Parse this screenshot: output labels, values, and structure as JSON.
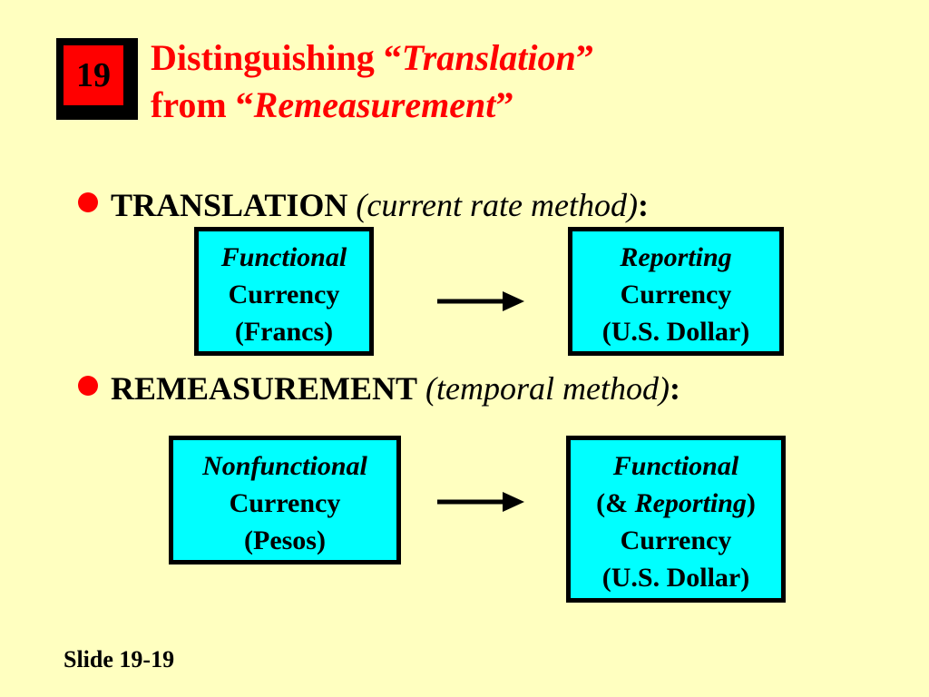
{
  "slide": {
    "number_badge": "19",
    "title": {
      "line1_prefix": "Distinguishing “",
      "line1_italic": "Translation",
      "line1_suffix": "”",
      "line2_prefix": "from “",
      "line2_italic": "Remeasurement",
      "line2_suffix": "”"
    },
    "bullets": [
      {
        "term": "TRANSLATION",
        "method": "(current rate method)",
        "colon": ":",
        "from_box": {
          "line1": "Functional",
          "line2": "Currency",
          "line3": "(Francs)"
        },
        "to_box": {
          "line1": "Reporting",
          "line2": "Currency",
          "line3": "(U.S. Dollar)"
        }
      },
      {
        "term": "REMEASUREMENT",
        "method": "(temporal method)",
        "colon": ":",
        "from_box": {
          "line1": "Nonfunctional",
          "line2": "Currency",
          "line3": "(Pesos)"
        },
        "to_box": {
          "line1": "Functional",
          "line2_open": "(& ",
          "line2_italic": "Reporting",
          "line2_close": ")",
          "line3": "Currency",
          "line4": "(U.S. Dollar)"
        }
      }
    ],
    "footer": "Slide 19-19"
  },
  "colors": {
    "background": "#ffffc0",
    "title": "#ff0000",
    "bullet": "#ff0000",
    "box_fill": "#00ffff",
    "badge_fill": "#ff0000",
    "badge_frame": "#000000"
  },
  "icons": {
    "bullet": "red-dot-bullet-icon",
    "arrow": "right-arrow-icon"
  }
}
